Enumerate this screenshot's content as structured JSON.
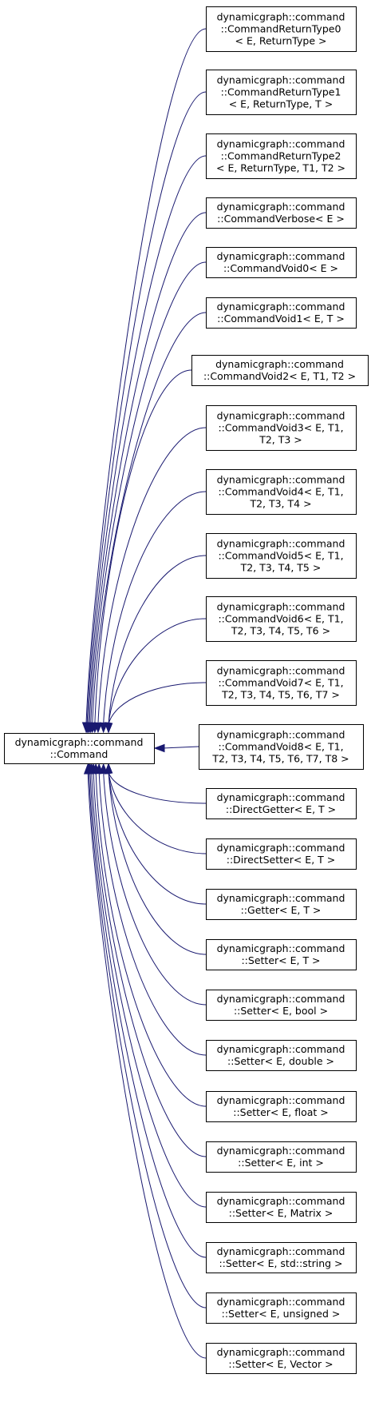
{
  "base": {
    "label": [
      "dynamicgraph::command",
      "::Command"
    ]
  },
  "derived": [
    {
      "label": [
        "dynamicgraph::command",
        "::CommandReturnType0",
        "< E, ReturnType >"
      ]
    },
    {
      "label": [
        "dynamicgraph::command",
        "::CommandReturnType1",
        "< E, ReturnType, T >"
      ]
    },
    {
      "label": [
        "dynamicgraph::command",
        "::CommandReturnType2",
        "< E, ReturnType, T1, T2 >"
      ]
    },
    {
      "label": [
        "dynamicgraph::command",
        "::CommandVerbose< E >"
      ]
    },
    {
      "label": [
        "dynamicgraph::command",
        "::CommandVoid0< E >"
      ]
    },
    {
      "label": [
        "dynamicgraph::command",
        "::CommandVoid1< E, T >"
      ]
    },
    {
      "label": [
        "dynamicgraph::command",
        "::CommandVoid2< E, T1, T2 >"
      ]
    },
    {
      "label": [
        "dynamicgraph::command",
        "::CommandVoid3< E, T1,",
        "T2, T3 >"
      ]
    },
    {
      "label": [
        "dynamicgraph::command",
        "::CommandVoid4< E, T1,",
        "T2, T3, T4 >"
      ]
    },
    {
      "label": [
        "dynamicgraph::command",
        "::CommandVoid5< E, T1,",
        "T2, T3, T4, T5 >"
      ]
    },
    {
      "label": [
        "dynamicgraph::command",
        "::CommandVoid6< E, T1,",
        "T2, T3, T4, T5, T6 >"
      ]
    },
    {
      "label": [
        "dynamicgraph::command",
        "::CommandVoid7< E, T1,",
        "T2, T3, T4, T5, T6, T7 >"
      ]
    },
    {
      "label": [
        "dynamicgraph::command",
        "::CommandVoid8< E, T1,",
        "T2, T3, T4, T5, T6, T7, T8 >"
      ]
    },
    {
      "label": [
        "dynamicgraph::command",
        "::DirectGetter< E, T >"
      ]
    },
    {
      "label": [
        "dynamicgraph::command",
        "::DirectSetter< E, T >"
      ]
    },
    {
      "label": [
        "dynamicgraph::command",
        "::Getter< E, T >"
      ]
    },
    {
      "label": [
        "dynamicgraph::command",
        "::Setter< E, T >"
      ]
    },
    {
      "label": [
        "dynamicgraph::command",
        "::Setter< E, bool >"
      ]
    },
    {
      "label": [
        "dynamicgraph::command",
        "::Setter< E, double >"
      ]
    },
    {
      "label": [
        "dynamicgraph::command",
        "::Setter< E, float >"
      ]
    },
    {
      "label": [
        "dynamicgraph::command",
        "::Setter< E, int >"
      ]
    },
    {
      "label": [
        "dynamicgraph::command",
        "::Setter< E, Matrix >"
      ]
    },
    {
      "label": [
        "dynamicgraph::command",
        "::Setter< E, std::string >"
      ]
    },
    {
      "label": [
        "dynamicgraph::command",
        "::Setter< E, unsigned >"
      ]
    },
    {
      "label": [
        "dynamicgraph::command",
        "::Setter< E, Vector >"
      ]
    }
  ],
  "colors": {
    "edge": "#191970",
    "node_border": "#000000",
    "node_fill": "#ffffff",
    "background": "#ffffff"
  }
}
